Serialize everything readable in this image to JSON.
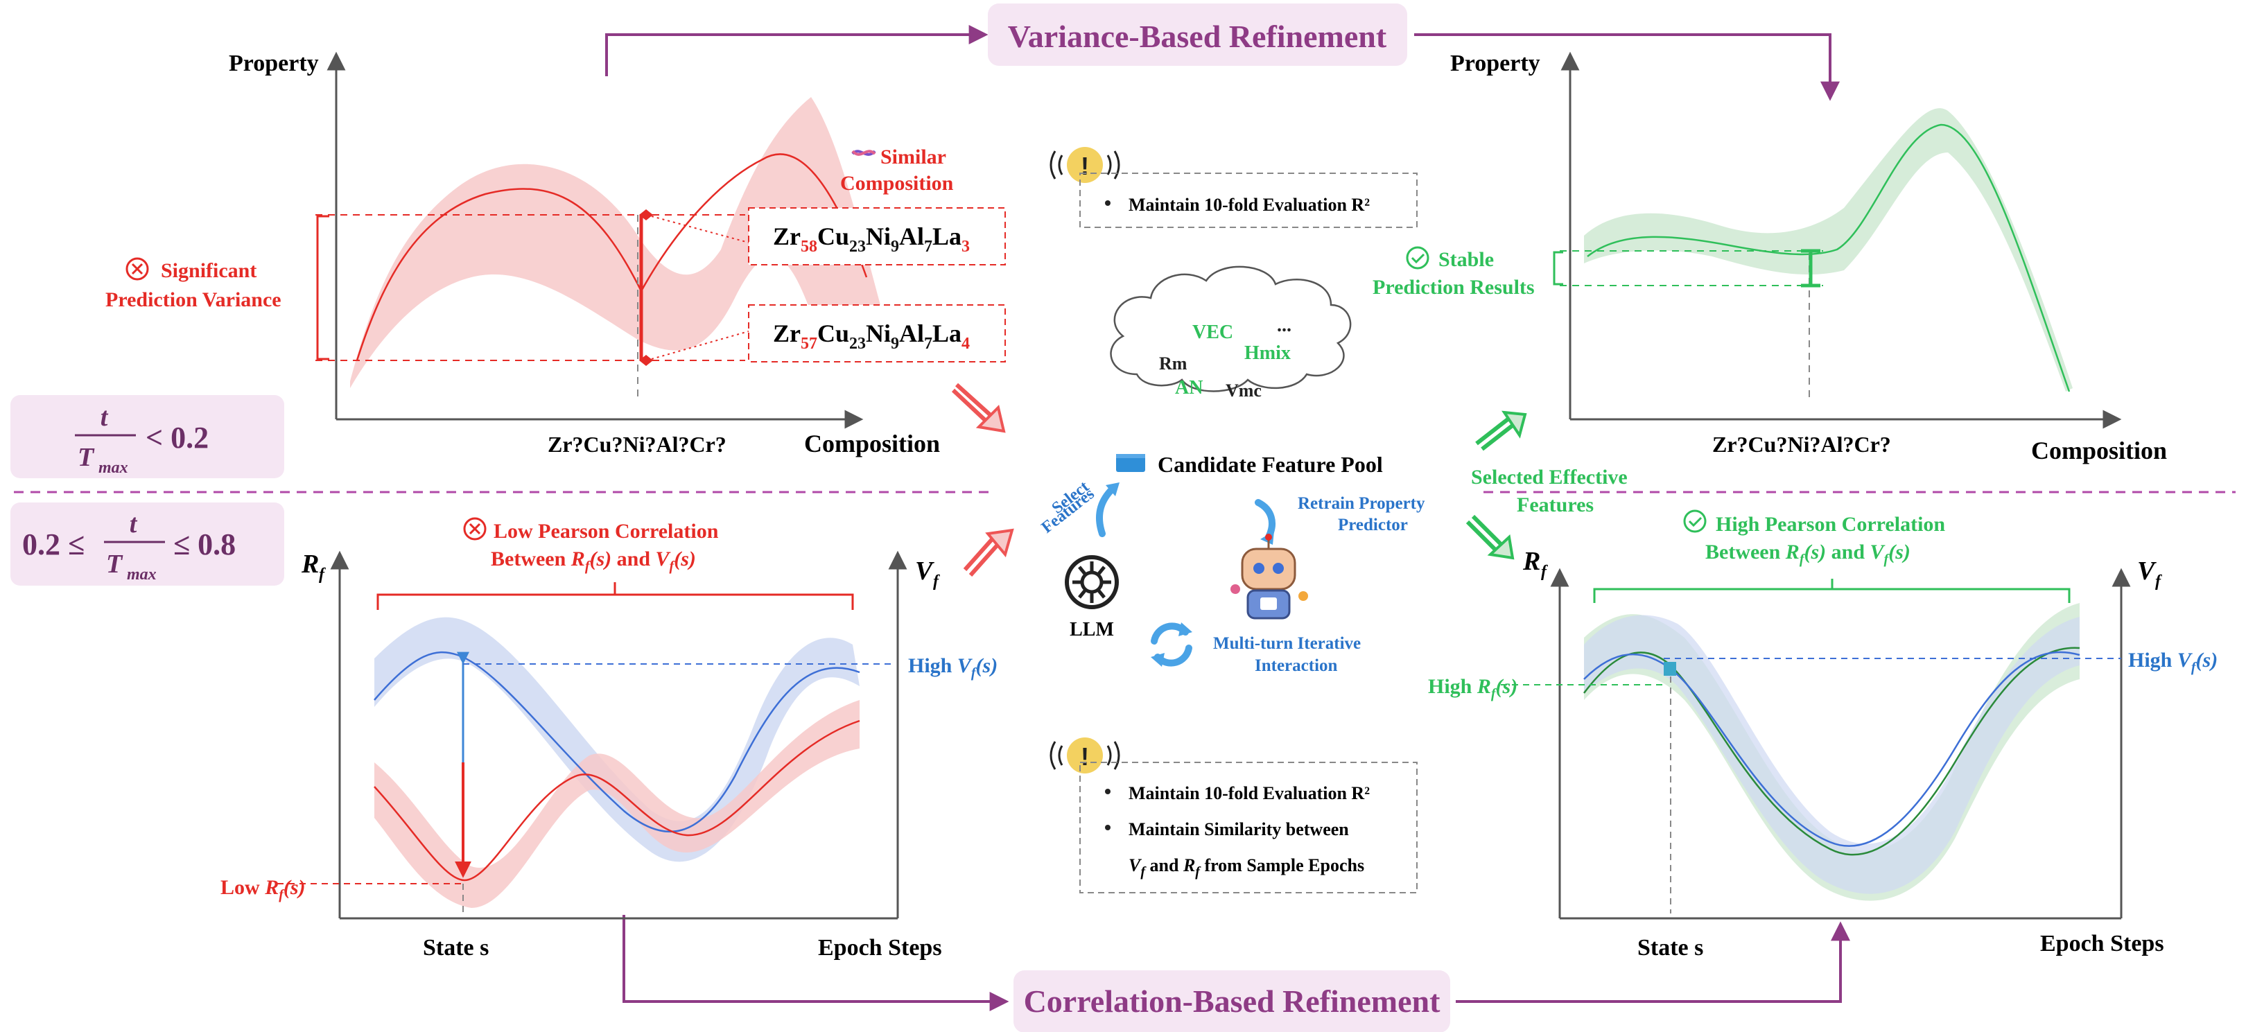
{
  "titles": {
    "variance": "Variance-Based Refinement",
    "correlation": "Correlation-Based Refinement"
  },
  "phases": {
    "phase1_rhs": "< 0.2",
    "phase2_lhs": "0.2 ≤",
    "phase2_rhs": "≤ 0.8",
    "frac_num": "t",
    "frac_den": "T",
    "frac_sub": "max"
  },
  "top_left": {
    "y_label": "Property",
    "x_label": "Composition",
    "x_tick": "Zr?Cu?Ni?Al?Cr?",
    "variance_label_1": "Significant",
    "variance_label_2": "Prediction Variance",
    "similar_1": "Similar",
    "similar_2": "Composition",
    "comp1": [
      "Zr",
      "58",
      "Cu",
      "23",
      "Ni",
      "9",
      "Al",
      "7",
      "La",
      "3"
    ],
    "comp2": [
      "Zr",
      "57",
      "Cu",
      "23",
      "Ni",
      "9",
      "Al",
      "7",
      "La",
      "4"
    ]
  },
  "top_right": {
    "y_label": "Property",
    "x_label": "Composition",
    "x_tick": "Zr?Cu?Ni?Al?Cr?",
    "stable_1": "Stable",
    "stable_2": "Prediction Results"
  },
  "bottom_left": {
    "y_left": "R",
    "y_right": "V",
    "sub": "f",
    "x_label": "Epoch Steps",
    "x_tick": "State s",
    "title_1": "Low Pearson Correlation",
    "title_2": "Between R_f(s) and V_f(s)",
    "high_label": "High V_f(s)",
    "low_label": "Low R_f(s)"
  },
  "bottom_right": {
    "y_left": "R",
    "y_right": "V",
    "sub": "f",
    "x_label": "Epoch Steps",
    "x_tick": "State s",
    "title_1": "High Pearson Correlation",
    "title_2": "Between R_f(s) and V_f(s)",
    "high_v_label": "High V_f(s)",
    "high_r_label": "High R_f(s)"
  },
  "center": {
    "note1": "Maintain 10-fold Evaluation R²",
    "note2a": "Maintain 10-fold Evaluation R²",
    "note2b": "Maintain Similarity between",
    "note2c": "V_f and R_f from Sample Epochs",
    "cloud_words": [
      "VEC",
      "...",
      "Rm",
      "Hmix",
      "AN",
      "Vmc"
    ],
    "pool_label": "Candidate Feature Pool",
    "select_features": [
      "Select",
      "Features"
    ],
    "retrain": [
      "Retrain Property",
      "Predictor"
    ],
    "llm": "LLM",
    "multi_turn": [
      "Multi-turn Iterative",
      "Interaction"
    ],
    "selected_effective": [
      "Selected Effective",
      "Features"
    ]
  },
  "colors": {
    "purple": "#8e3b85",
    "red": "#e52b26",
    "green": "#2fbf5a",
    "blue": "#2a74c9",
    "navy": "#1f4e8c",
    "pink_fill": "#f7c9c9",
    "green_fill": "#cfe9d2",
    "blue_fill": "#cfd9f2",
    "title_bg": "#f5e6f3"
  }
}
